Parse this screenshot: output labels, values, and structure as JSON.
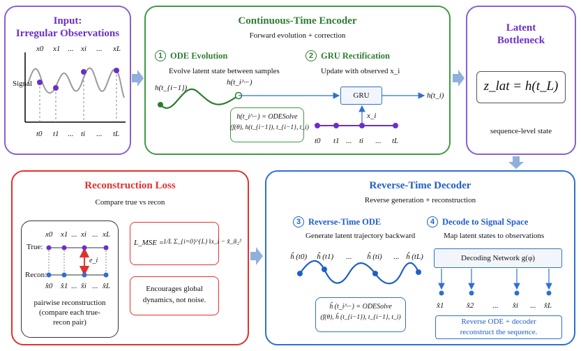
{
  "input": {
    "title_line1": "Input:",
    "title_line2": "Irregular Observations",
    "signal_label": "Signal",
    "x_labels": [
      "x0",
      "x1",
      "...",
      "xi",
      "...",
      "xL"
    ],
    "t_labels": [
      "t0",
      "t1",
      "...",
      "ti",
      "...",
      "tL"
    ]
  },
  "encoder": {
    "title": "Continuous-Time Encoder",
    "subtitle": "Forward evolution + correction",
    "step1_num": "1",
    "step1_title": "ODE Evolution",
    "step1_desc": "Evolve latent state between samples",
    "h_prev": "h(t_{i−1})",
    "h_minus": "h(t_i^−)",
    "ode_eq_line1": "h(t_i^−) = ODESolve",
    "ode_eq_line2": "(f(θ), h(t_{i−1}), t_{i−1}, t_i)",
    "step2_num": "2",
    "step2_title": "GRU Rectification",
    "step2_desc": "Update with observed x_i",
    "gru_label": "GRU",
    "h_out": "h(t_i)",
    "x_i": "x_i",
    "t_labels": [
      "t0",
      "t1",
      "...",
      "ti",
      "...",
      "tL"
    ]
  },
  "latent": {
    "title_line1": "Latent",
    "title_line2": "Bottleneck",
    "equation": "z_lat = h(t_L)",
    "caption": "sequence-level state"
  },
  "loss": {
    "title": "Reconstruction Loss",
    "subtitle": "Compare true vs recon",
    "x_labels": [
      "x0",
      "x1",
      "...",
      "xi",
      "...",
      "xL"
    ],
    "true_label": "True:",
    "recon_label": "Recon:",
    "e_label": "e_i",
    "xhat_labels": [
      "x̂0",
      "x̂1",
      "...",
      "x̂i",
      "...",
      "x̂L"
    ],
    "pairwise_line1": "pairwise reconstruction",
    "pairwise_line2": "(compare each true-",
    "pairwise_line3": "recon pair)",
    "mse_lhs": "L_MSE =",
    "mse_rhs": "1/L Σ_{i=0}^{L} ‖x_i − x̂_i‖₂²",
    "note_line1": "Encourages global",
    "note_line2": "dynamics, not noise."
  },
  "decoder": {
    "title": "Reverse-Time Decoder",
    "subtitle": "Reverse generation + reconstruction",
    "step3_num": "3",
    "step3_title": "Reverse-Time ODE",
    "step3_desc": "Generate latent trajectory backward",
    "h_labels": [
      "ĥ (t0)",
      "ĥ (t1)",
      "...",
      "ĥ (ti)",
      "...",
      "ĥ (tL)"
    ],
    "ode_eq_line1": "ĥ (t_i^−) = ODESolve",
    "ode_eq_line2": "(f(θ), ĥ (t_{i−1}), t_{i−1}, t_i)",
    "step4_num": "4",
    "step4_title": "Decode to Signal Space",
    "step4_desc": "Map latent states to observations",
    "network_label": "Decoding Network g(φ)",
    "xhat_labels": [
      "x̂1",
      "x̂2",
      "...",
      "x̂i",
      "...",
      "x̂L"
    ],
    "note_line1": "Reverse ODE + decoder",
    "note_line2": "reconstruct the sequence."
  },
  "colors": {
    "purple": "#8a5fd1",
    "green": "#3f9a44",
    "red": "#e0322d",
    "blue": "#2f6fd1",
    "arrow": "#7fa7d9"
  }
}
